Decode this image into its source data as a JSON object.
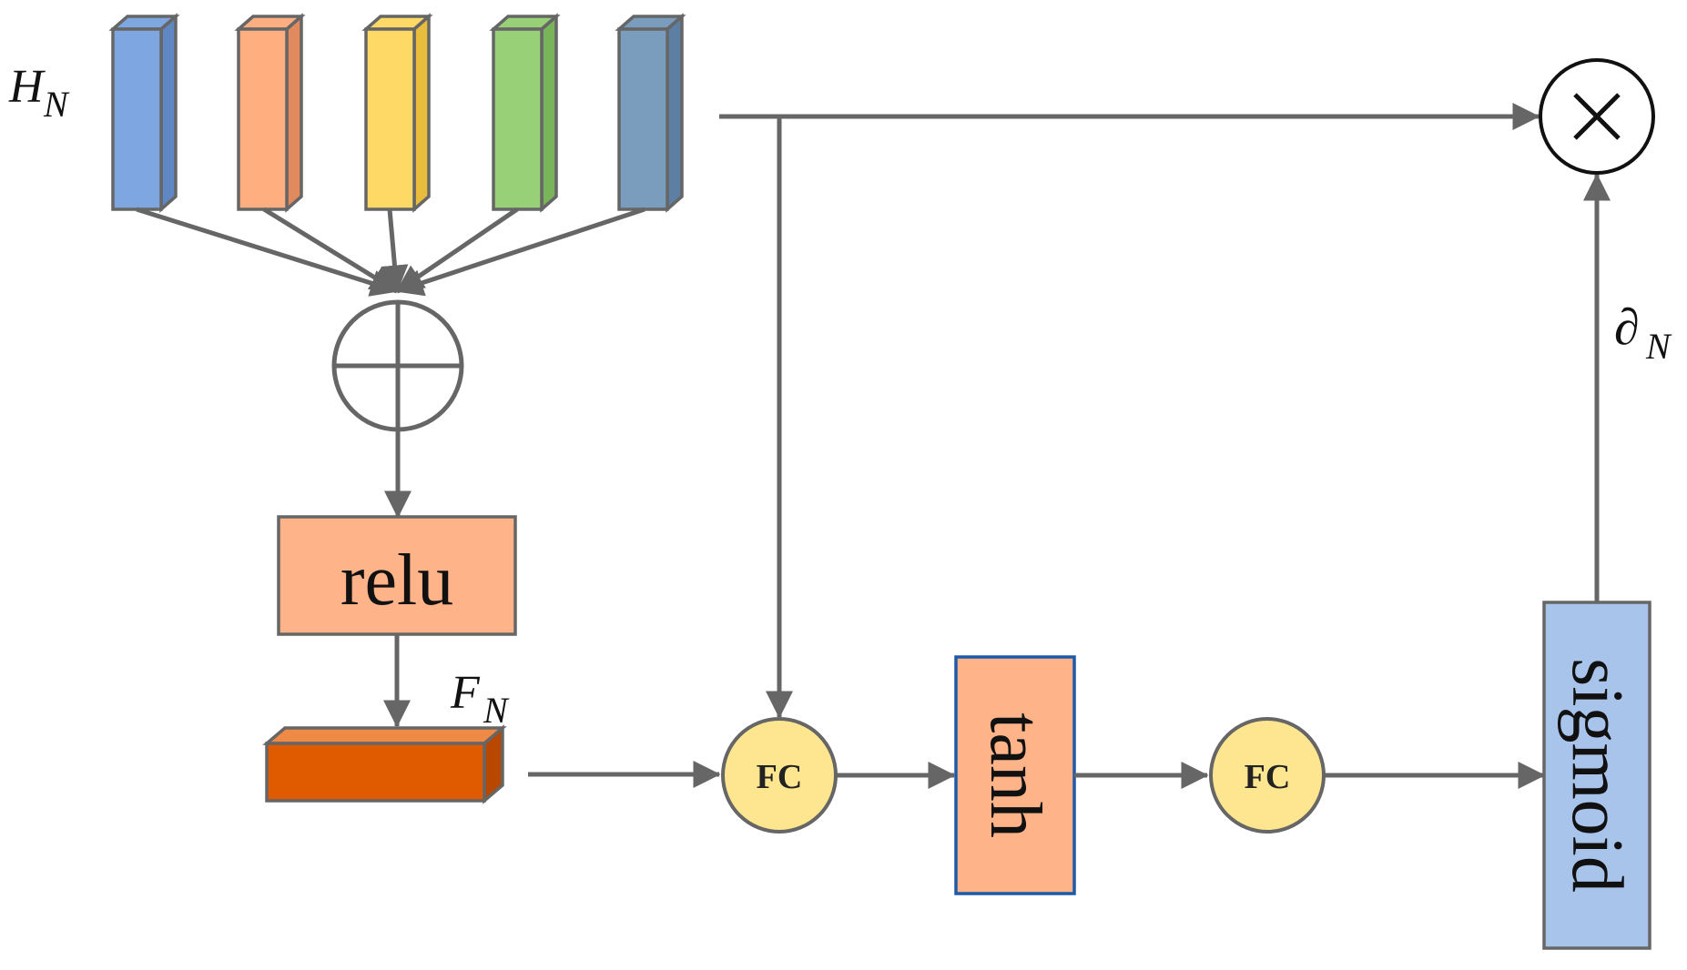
{
  "labels": {
    "h": {
      "main": "H",
      "sub": "N"
    },
    "f": {
      "main": "F",
      "sub": "N"
    },
    "d": {
      "main": "∂",
      "sub": "N"
    },
    "relu": "relu",
    "tanh": "tanh",
    "sigmoid": "sigmoid",
    "fc1": "FC",
    "fc2": "FC"
  },
  "colors": {
    "bar_colors": [
      "#7ea6e0",
      "#ffae80",
      "#ffd966",
      "#97d077",
      "#7a9cbd"
    ],
    "bar_side_colors": [
      "#5f87c3",
      "#e08a5e",
      "#e8bd3c",
      "#79b35a",
      "#5c7fa3"
    ],
    "relu_fill": "#ffb388",
    "tanh_fill": "#ffb388",
    "tanh_border": "#1e5aa8",
    "sigmoid_fill": "#a9c4eb",
    "fc_fill": "#fde68f",
    "fn_fill": "#e05a00",
    "fn_top": "#ee8a46",
    "fn_side": "#b84700",
    "line": "#666666"
  }
}
